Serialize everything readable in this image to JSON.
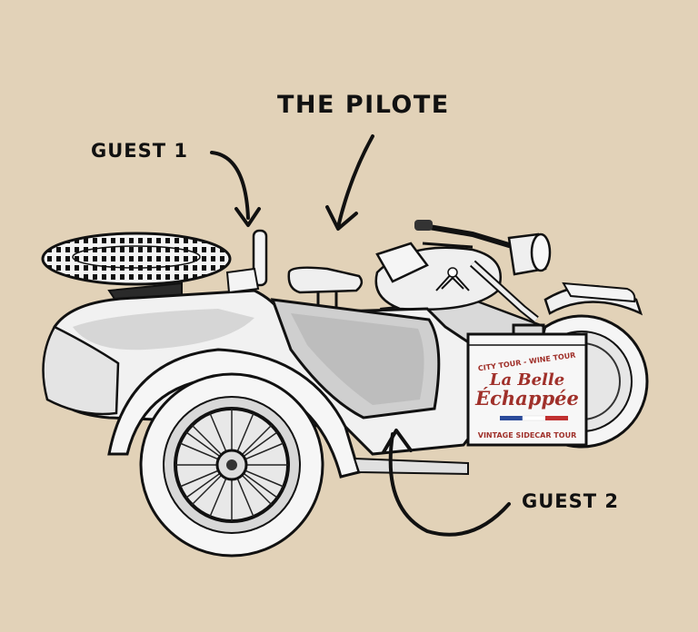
{
  "labels": {
    "pilot": "THE PILOTE",
    "guest1": "GUEST 1",
    "guest2": "GUEST 2"
  },
  "luggage_box": {
    "line1": "CITY TOUR - WINE TOUR",
    "brand_line1": "La Belle",
    "brand_line2": "Échappée",
    "tagline": "VINTAGE SIDECAR TOUR"
  },
  "colors": {
    "background": "#e2d2b8",
    "ink": "#111111",
    "body_light": "#f2f2f2",
    "body_shade": "#c8c8c8",
    "brand_red": "#a0302a",
    "flag_blue": "#2a4a9a",
    "flag_red": "#c03030"
  }
}
